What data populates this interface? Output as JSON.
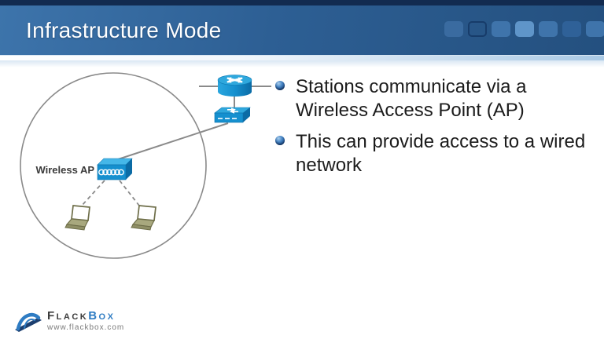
{
  "slide": {
    "title": "Infrastructure Mode",
    "bullets": [
      {
        "line1": "Stations communicate via a",
        "line2": "Wireless Access Point (AP)"
      },
      {
        "line1": "This can provide access to a wired",
        "line2": "network"
      }
    ],
    "diagram": {
      "ap_label": "Wireless AP",
      "nodes": [
        "router",
        "switch",
        "wireless-access-point",
        "laptop",
        "laptop"
      ]
    },
    "footer": {
      "brand_primary": "Flack",
      "brand_secondary": "Box",
      "website": "www.flackbox.com"
    },
    "header": {
      "squares": [
        {
          "style": "filled",
          "color": "#3a6ba0"
        },
        {
          "style": "outline",
          "color": "#173c6a"
        },
        {
          "style": "filled",
          "color": "#3f74ab"
        },
        {
          "style": "filled",
          "color": "#5f95c9"
        },
        {
          "style": "filled",
          "color": "#3f74ab"
        },
        {
          "style": "filled",
          "color": "#2f6198"
        },
        {
          "style": "filled",
          "color": "#3f74ab"
        }
      ]
    },
    "colors": {
      "header_top_strip": "#122b50",
      "header_gradient_start": "#3d74ab",
      "header_gradient_end": "#24507f",
      "device_blue": "#1590cf",
      "device_blue_dark": "#0b6ba5",
      "device_blue_light": "#2fa8dd",
      "laptop_olive": "#6e6e49",
      "bullet_sphere_blue": "#2a6db5",
      "brand_blue": "#2f7cc3",
      "text_dark": "#1c1c1c",
      "line_gray": "#8a8a8a"
    }
  }
}
